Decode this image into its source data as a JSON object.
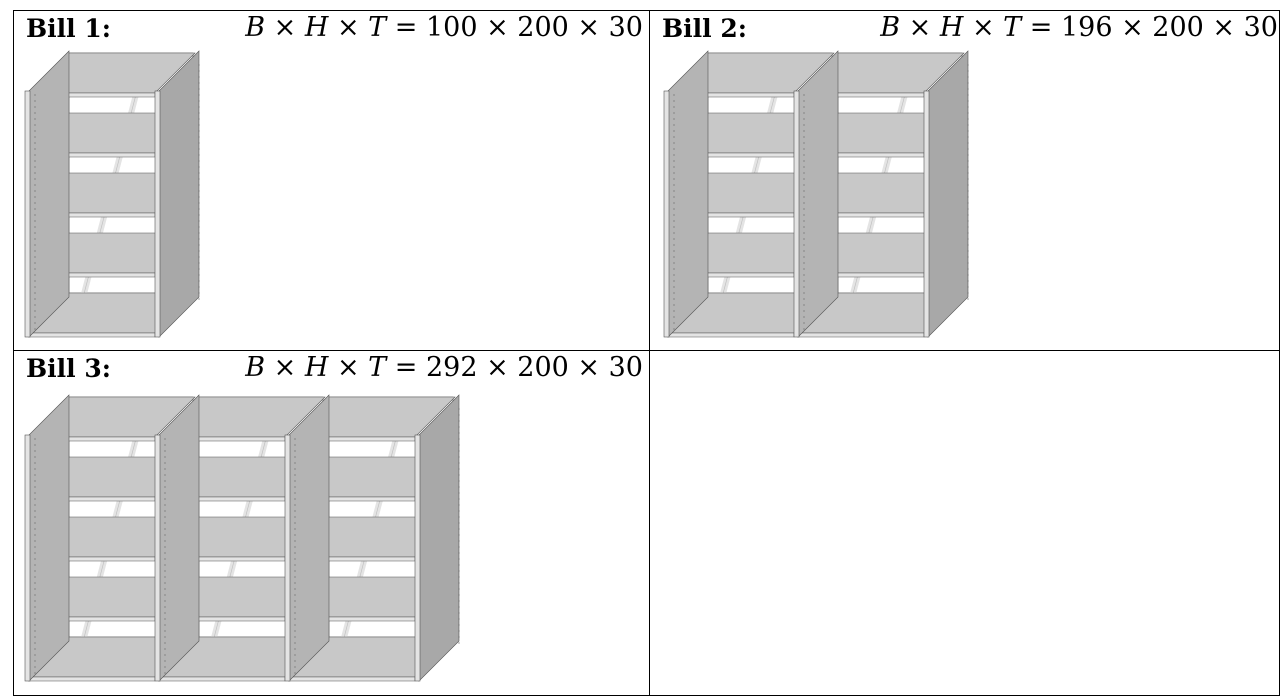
{
  "cells": [
    {
      "label": "Bill 1:",
      "dim_vars": [
        "B",
        "H",
        "T"
      ],
      "dim_values": "100 × 200 × 30",
      "bays": 1
    },
    {
      "label": "Bill 2:",
      "dim_vars": [
        "B",
        "H",
        "T"
      ],
      "dim_values": "196 × 200 × 30",
      "bays": 2
    },
    {
      "label": "Bill 3:",
      "dim_vars": [
        "B",
        "H",
        "T"
      ],
      "dim_values": "292 × 200 × 30",
      "bays": 3
    }
  ],
  "colors": {
    "shelf_top": "#c8c8c8",
    "side_face": "#a8a8a8",
    "back_panel": "#b4b4b4",
    "front_edge": "#e4e4e4",
    "outline": "#555555"
  }
}
